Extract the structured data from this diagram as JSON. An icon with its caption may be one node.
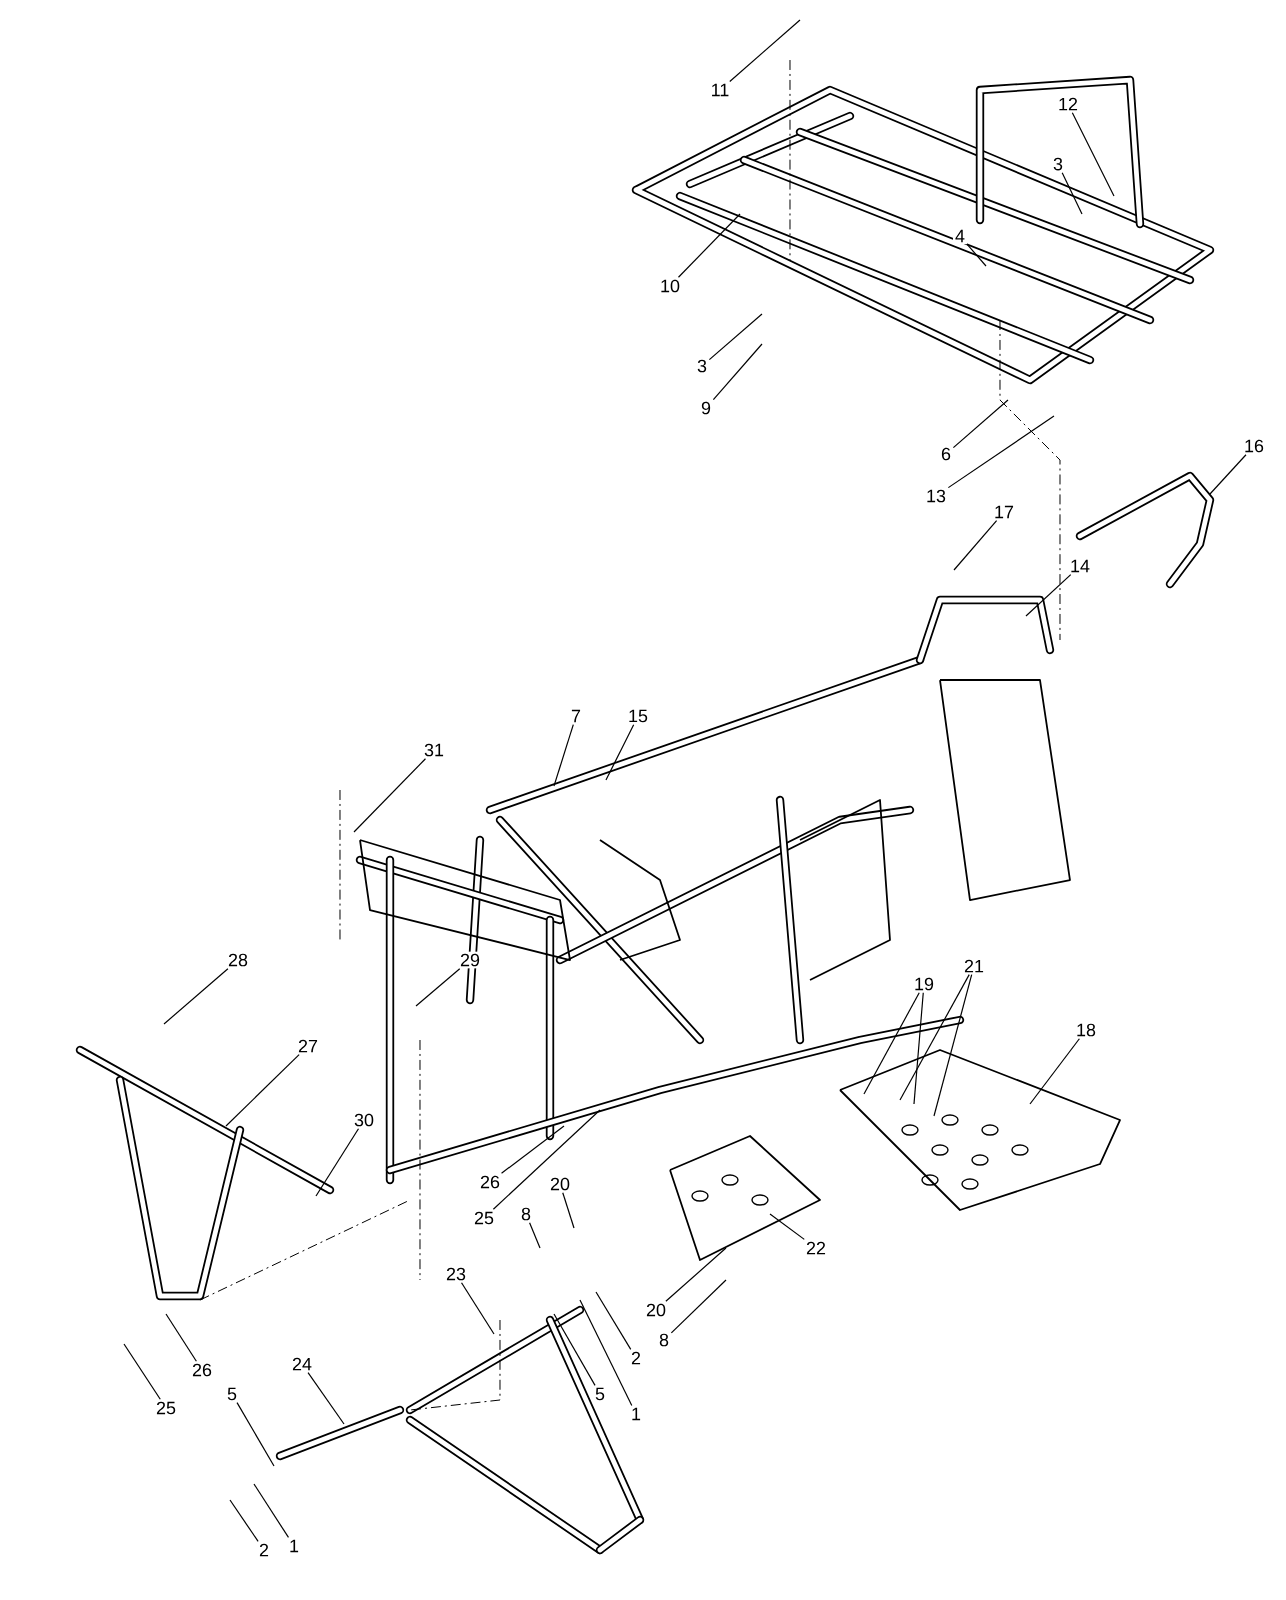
{
  "diagram": {
    "nodes": [
      {
        "text": [
          "11"
        ]
      },
      {
        "text": [
          "12"
        ]
      },
      {
        "text": [
          "3"
        ]
      },
      {
        "text": [
          "4"
        ]
      },
      {
        "text": [
          "10"
        ]
      },
      {
        "text": [
          "3"
        ]
      },
      {
        "text": [
          "9"
        ]
      },
      {
        "text": [
          "16"
        ]
      },
      {
        "text": [
          "6"
        ]
      },
      {
        "text": [
          "13"
        ]
      },
      {
        "text": [
          "17"
        ]
      },
      {
        "text": [
          "14"
        ]
      },
      {
        "text": [
          "7"
        ]
      },
      {
        "text": [
          "15"
        ]
      },
      {
        "text": [
          "31"
        ]
      },
      {
        "text": [
          "28"
        ]
      },
      {
        "text": [
          "29"
        ]
      },
      {
        "text": [
          "21"
        ]
      },
      {
        "text": [
          "19"
        ]
      },
      {
        "text": [
          "18"
        ]
      },
      {
        "text": [
          "27"
        ]
      },
      {
        "text": [
          "30"
        ]
      },
      {
        "text": [
          "26"
        ]
      },
      {
        "text": [
          "20"
        ]
      },
      {
        "text": [
          "8"
        ]
      },
      {
        "text": [
          "25"
        ]
      },
      {
        "text": [
          "22"
        ]
      },
      {
        "text": [
          "23"
        ]
      },
      {
        "text": [
          "20"
        ]
      },
      {
        "text": [
          "8"
        ]
      },
      {
        "text": [
          "2"
        ]
      },
      {
        "text": [
          "24"
        ]
      },
      {
        "text": [
          "26"
        ]
      },
      {
        "text": [
          "5"
        ]
      },
      {
        "text": [
          "5"
        ]
      },
      {
        "text": [
          "25"
        ]
      },
      {
        "text": [
          "1"
        ]
      },
      {
        "text": [
          "1"
        ]
      },
      {
        "text": [
          "2"
        ]
      }
    ],
    "edges": [
      {
        "from": 0,
        "to": null,
        "arrow": "none"
      },
      {
        "from": 1,
        "to": null,
        "arrow": "none"
      },
      {
        "from": 2,
        "to": null,
        "arrow": "none"
      },
      {
        "from": 3,
        "to": null,
        "arrow": "none"
      },
      {
        "from": 4,
        "to": null,
        "arrow": "none"
      },
      {
        "from": 5,
        "to": null,
        "arrow": "none"
      },
      {
        "from": 6,
        "to": null,
        "arrow": "none"
      },
      {
        "from": 7,
        "to": null,
        "arrow": "none"
      },
      {
        "from": 8,
        "to": null,
        "arrow": "none"
      },
      {
        "from": 9,
        "to": null,
        "arrow": "none"
      },
      {
        "from": 10,
        "to": null,
        "arrow": "none"
      },
      {
        "from": 11,
        "to": null,
        "arrow": "none"
      },
      {
        "from": 12,
        "to": null,
        "arrow": "none"
      },
      {
        "from": 13,
        "to": null,
        "arrow": "none"
      },
      {
        "from": 14,
        "to": null,
        "arrow": "none"
      },
      {
        "from": 15,
        "to": null,
        "arrow": "none"
      },
      {
        "from": 16,
        "to": null,
        "arrow": "none"
      },
      {
        "from": 17,
        "to": null,
        "arrow": "none"
      },
      {
        "from": 17,
        "to": null,
        "arrow": "none"
      },
      {
        "from": 18,
        "to": null,
        "arrow": "none"
      },
      {
        "from": 18,
        "to": null,
        "arrow": "none"
      },
      {
        "from": 19,
        "to": null,
        "arrow": "none"
      },
      {
        "from": 20,
        "to": null,
        "arrow": "none"
      },
      {
        "from": 21,
        "to": null,
        "arrow": "none"
      },
      {
        "from": 22,
        "to": null,
        "arrow": "none"
      },
      {
        "from": 23,
        "to": null,
        "arrow": "none"
      },
      {
        "from": 24,
        "to": null,
        "arrow": "none"
      },
      {
        "from": 25,
        "to": null,
        "arrow": "none"
      },
      {
        "from": 26,
        "to": null,
        "arrow": "none"
      },
      {
        "from": 27,
        "to": null,
        "arrow": "none"
      },
      {
        "from": 28,
        "to": null,
        "arrow": "none"
      },
      {
        "from": 29,
        "to": null,
        "arrow": "none"
      },
      {
        "from": 30,
        "to": null,
        "arrow": "none"
      },
      {
        "from": 31,
        "to": null,
        "arrow": "none"
      },
      {
        "from": 32,
        "to": null,
        "arrow": "none"
      },
      {
        "from": 33,
        "to": null,
        "arrow": "none"
      },
      {
        "from": 34,
        "to": null,
        "arrow": "none"
      },
      {
        "from": 35,
        "to": null,
        "arrow": "none"
      },
      {
        "from": 36,
        "to": null,
        "arrow": "none"
      },
      {
        "from": 37,
        "to": null,
        "arrow": "none"
      },
      {
        "from": 38,
        "to": null,
        "arrow": "none"
      }
    ]
  }
}
